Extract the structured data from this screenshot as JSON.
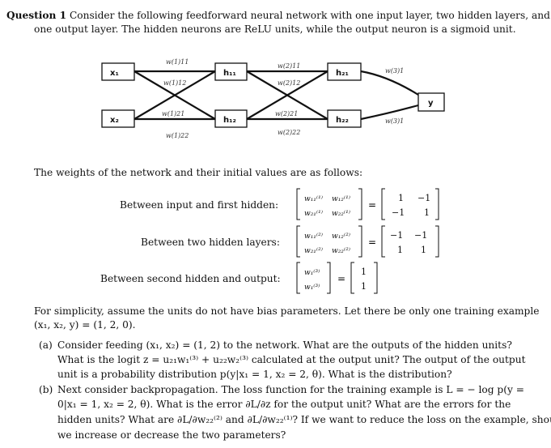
{
  "question": {
    "label": "Question 1",
    "line1": "Consider the following feedforward neural network with one input layer, two hidden layers, and",
    "line2": "one output layer. The hidden neurons are ReLU units, while the output neuron is a sigmoid unit."
  },
  "diagram": {
    "nodes": {
      "x1": "x₁",
      "x2": "x₂",
      "h11": "h₁₁",
      "h12": "h₁₂",
      "h21": "h₂₁",
      "h22": "h₂₂",
      "y": "y"
    },
    "weights": {
      "w11_1": "w(1)11",
      "w12_1": "w(1)12",
      "w21_1": "w(1)21",
      "w22_1": "w(1)22",
      "w11_2": "w(2)11",
      "w12_2": "w(2)12",
      "w21_2": "w(2)21",
      "w22_2": "w(2)22",
      "w1_3": "w(3)1",
      "w2_3": "w(3)1"
    }
  },
  "intro": "The weights of the network and their initial values are as follows:",
  "rows": {
    "first_label": "Between input and first hidden:",
    "second_label": "Between two hidden layers:",
    "third_label": "Between second hidden and output:"
  },
  "matrices": {
    "first": {
      "values": [
        [
          "1",
          "−1"
        ],
        [
          "−1",
          "1"
        ]
      ]
    },
    "second": {
      "values": [
        [
          "−1",
          "−1"
        ],
        [
          "1",
          "1"
        ]
      ]
    },
    "third": {
      "values": [
        [
          "1"
        ],
        [
          "1"
        ]
      ]
    }
  },
  "simplicity": {
    "line1": "For simplicity, assume the units do not have bias parameters. Let there be only one training example",
    "line2": "(x₁, x₂, y) = (1, 2, 0)."
  },
  "part_a": {
    "label": "(a)",
    "line1": "Consider feeding (x₁, x₂) = (1, 2) to the network. What are the outputs of the hidden units?",
    "line2": "What is the logit z = u₂₁w₁⁽³⁾ + u₂₂w₂⁽³⁾ calculated at the output unit? The output of the output",
    "line3": "unit is a probability distribution p(y|x₁ = 1, x₂ = 2, θ). What is the distribution?"
  },
  "part_b": {
    "label": "(b)",
    "line1": "Next consider backpropagation. The loss function for the training example is L = − log p(y =",
    "line2": "0|x₁ = 1, x₂ = 2, θ). What is the error ∂L/∂z for the output unit? What are the errors for the",
    "line3": "hidden units? What are ∂L/∂w₂₂⁽²⁾ and ∂L/∂w₂₂⁽¹⁾? If we want to reduce the loss on the example, should",
    "line4": "we increase or decrease the two parameters?"
  }
}
